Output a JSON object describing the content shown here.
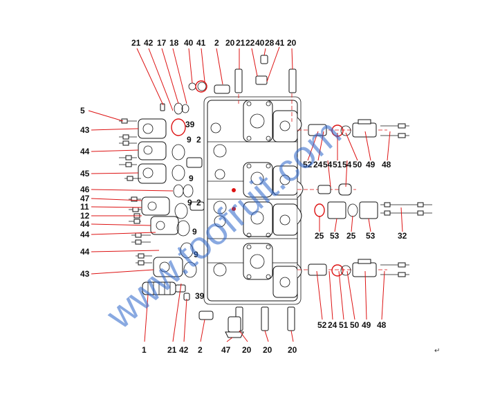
{
  "diagram": {
    "watermark": "www.toofruit.com",
    "end_mark": "↵",
    "callouts": {
      "top": [
        "21",
        "42",
        "17",
        "18",
        "40",
        "41",
        "2",
        "20",
        "21",
        "22",
        "40",
        "28",
        "41",
        "20"
      ],
      "left": [
        "5",
        "43",
        "44",
        "45",
        "46",
        "47",
        "11",
        "12",
        "44",
        "44",
        "44",
        "43"
      ],
      "inner": [
        "39",
        "9",
        "2",
        "9",
        "9",
        "2",
        "9",
        "9",
        "39"
      ],
      "right": [
        "52",
        "24",
        "54",
        "51",
        "54",
        "50",
        "49",
        "48",
        "25",
        "53",
        "25",
        "53",
        "32",
        "52",
        "24",
        "51",
        "50",
        "49",
        "48"
      ],
      "bottom": [
        "1",
        "21",
        "42",
        "2",
        "47",
        "20",
        "20",
        "20"
      ]
    }
  }
}
